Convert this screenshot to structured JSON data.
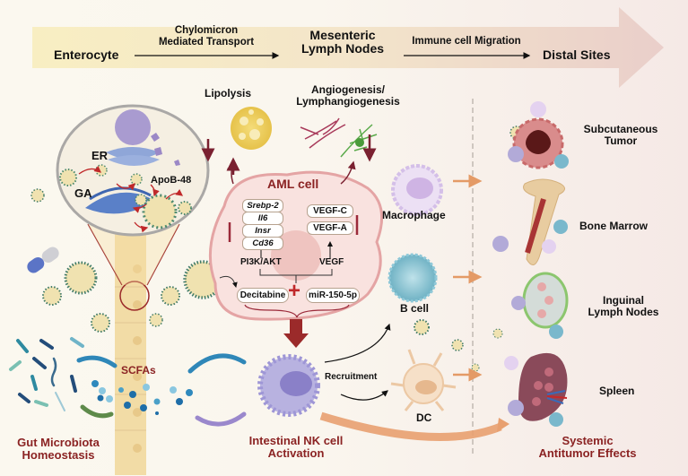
{
  "banner": {
    "steps": [
      "Enterocyte",
      "Mesenteric\nLymph Nodes",
      "Distal Sites"
    ],
    "arrow1_label": "Chylomicron\nMediated Transport",
    "arrow2_label": "Immune cell Migration"
  },
  "enterocyte_detail": {
    "er_label": "ER",
    "ga_label": "GA",
    "apob_label": "ApoB-48"
  },
  "effects": {
    "lipolysis": "Lipolysis",
    "angiogenesis": "Angiogenesis/\nLymphangiogenesis"
  },
  "aml_cell": {
    "title": "AML cell",
    "lipid_genes": [
      "Srebp-2",
      "Il6",
      "Insr",
      "Cd36"
    ],
    "vegf_genes": [
      "VEGF-C",
      "VEGF-A"
    ],
    "pathway_left": "PI3K/AKT",
    "pathway_right": "VEGF",
    "treatment_left": "Decitabine",
    "treatment_plus": "+",
    "treatment_right": "miR-150-5p"
  },
  "immune_cells": {
    "macrophage": "Macrophage",
    "b_cell": "B cell",
    "dc": "DC",
    "recruitment": "Recruitment"
  },
  "sites": {
    "subcutaneous": "Subcutaneous\nTumor",
    "bone_marrow": "Bone Marrow",
    "inguinal": "Inguinal\nLymph Nodes",
    "spleen": "Spleen"
  },
  "bottom": {
    "gut": "Gut Microbiota\nHomeostasis",
    "scfas": "SCFAs",
    "nk": "Intestinal NK cell\nActivation",
    "systemic": "Systemic\nAntitumor Effects"
  },
  "colors": {
    "dark_red": "#8b2323",
    "orange_arrow": "#e8a070",
    "blue_arrow": "#2f87b8",
    "purple_arrow": "#9a88cc",
    "green_arrow": "#5e8a4a"
  }
}
